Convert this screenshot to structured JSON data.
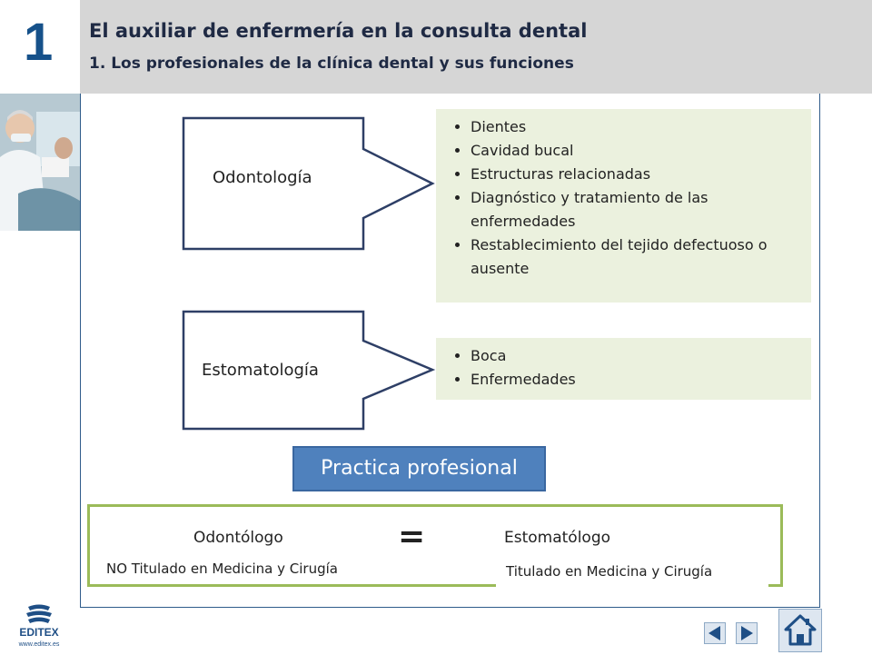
{
  "header": {
    "chapter_number": "1",
    "title": "El auxiliar de enfermería en la consulta dental",
    "subtitle": "1. Los profesionales de la clínica dental y sus funciones"
  },
  "odontologia": {
    "label": "Odontología",
    "items": [
      "Dientes",
      "Cavidad bucal",
      "Estructuras relacionadas",
      "Diagnóstico y tratamiento de las enfermedades",
      "Restablecimiento del tejido defectuoso o ausente"
    ]
  },
  "estomatologia": {
    "label": "Estomatología",
    "items": [
      "Boca",
      "Enfermedades"
    ]
  },
  "practice": {
    "label": "Practica profesional"
  },
  "comparison": {
    "left_title": "Odontólogo",
    "left_note": "NO Titulado en Medicina y Cirugía",
    "equals": "=",
    "right_title": "Estomatólogo",
    "right_note": "Titulado en Medicina y Cirugía"
  },
  "footer": {
    "logo_text": "EDITEX",
    "logo_url_text": "www.editex.es"
  },
  "colors": {
    "header_band": "#d6d6d6",
    "chapter_number": "#16518a",
    "box_fill": "#ebf1de",
    "practice_fill": "#4f81bd",
    "comparison_border": "#9bbb59",
    "arrow_outline": "#2e3f66"
  },
  "icons": {
    "prev": "triangle-left-icon",
    "next": "triangle-right-icon",
    "home": "house-icon"
  }
}
